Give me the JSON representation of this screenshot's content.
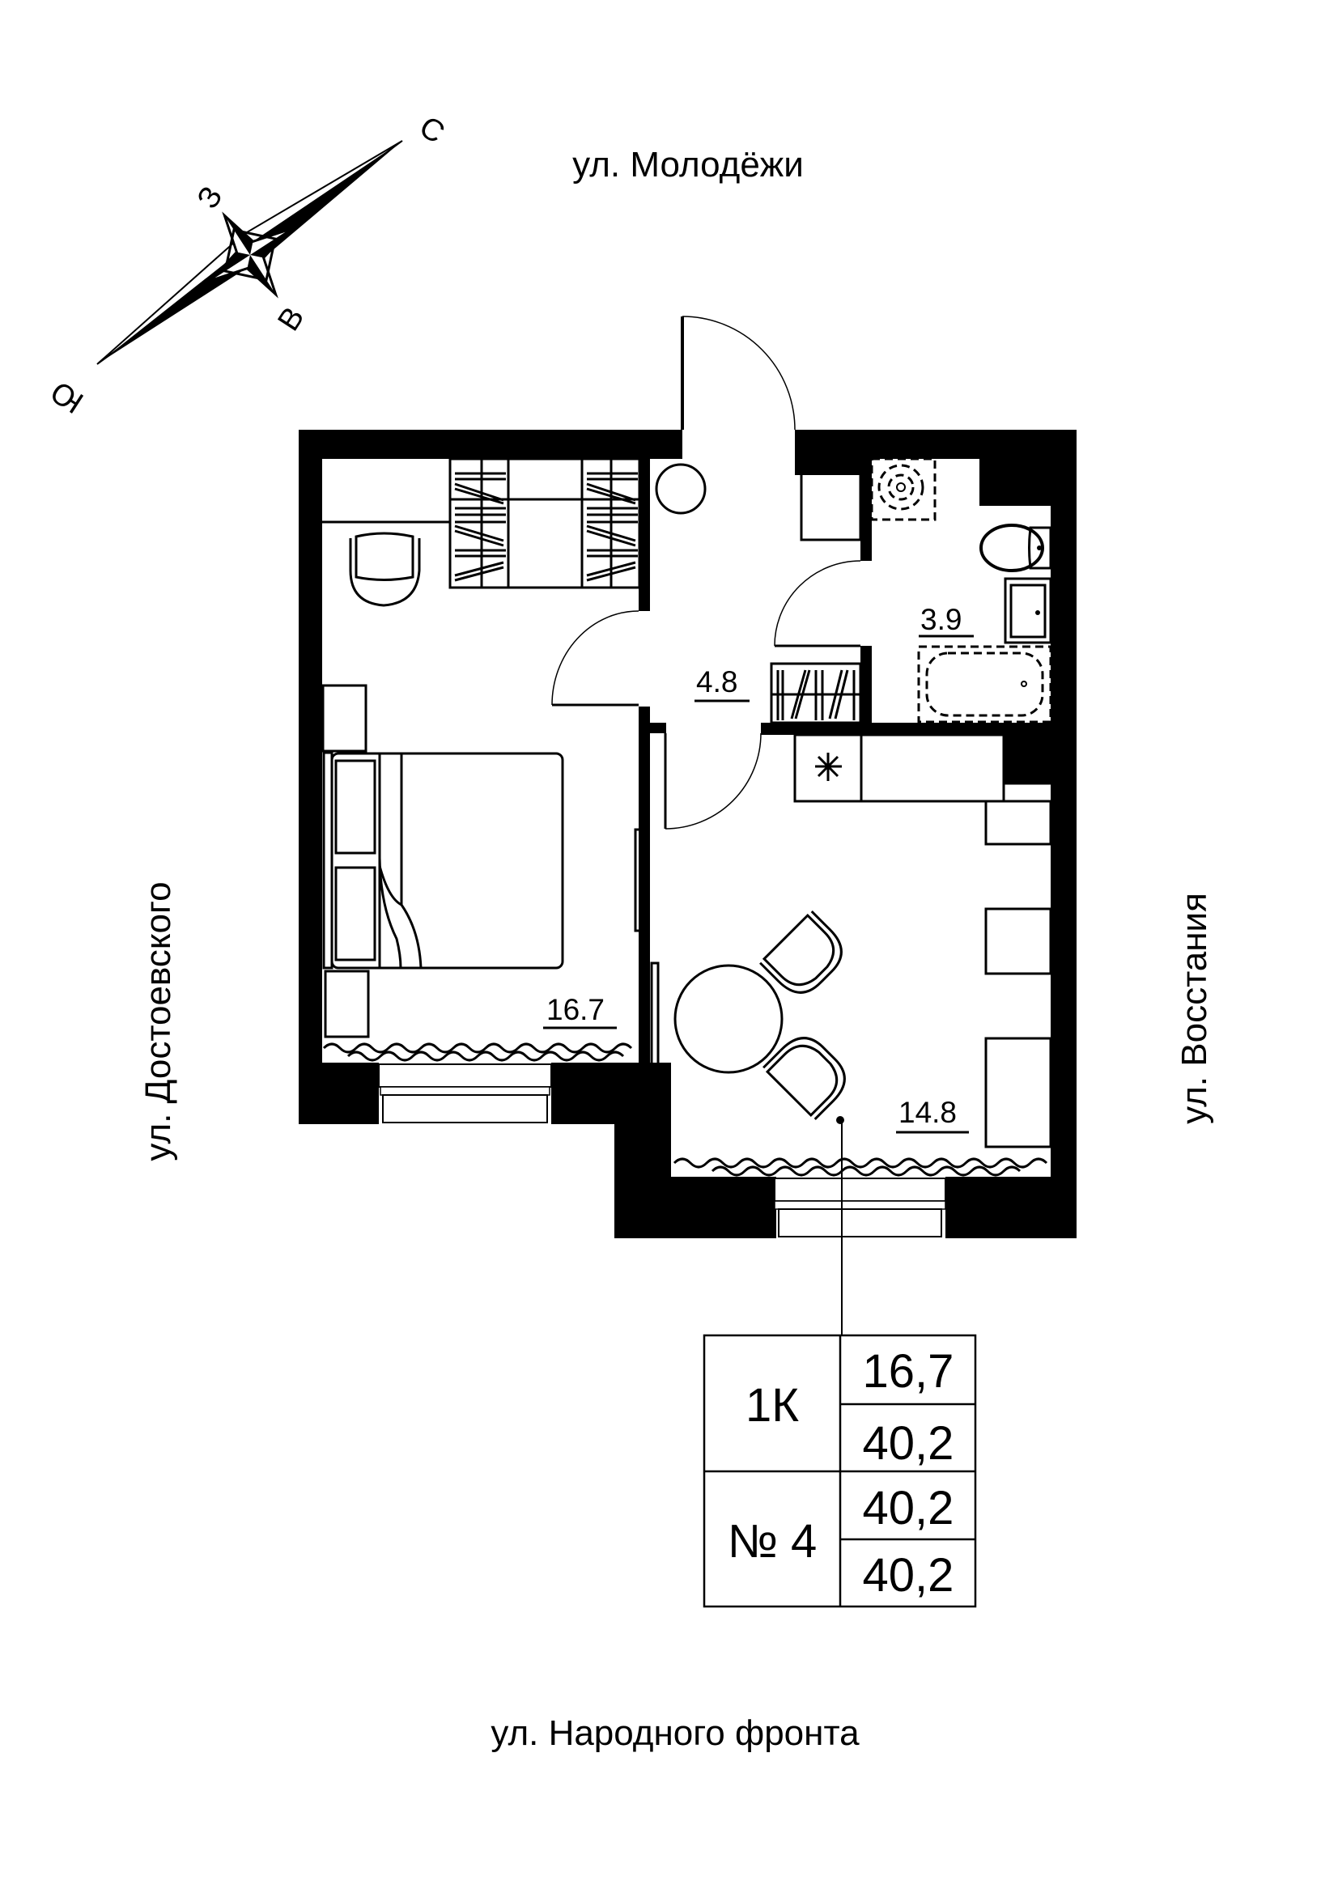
{
  "streets": {
    "north": "ул. Молодёжи",
    "south": "ул. Народного фронта",
    "west": "ул. Достоевского",
    "east": "ул. Восстания"
  },
  "compass": {
    "north": "С",
    "south": "Ю",
    "west": "З",
    "east": "В"
  },
  "rooms": [
    {
      "name": "bedroom",
      "area": "16.7"
    },
    {
      "name": "hallway",
      "area": "4.8"
    },
    {
      "name": "bathroom",
      "area": "3.9"
    },
    {
      "name": "kitchen-living",
      "area": "14.8"
    }
  ],
  "info_table": {
    "type": "1К",
    "number": "№ 4",
    "living_area": "16,7",
    "total_area": "40,2",
    "area_3": "40,2",
    "area_4": "40,2"
  },
  "colors": {
    "wall": "#000000",
    "background": "#ffffff"
  }
}
